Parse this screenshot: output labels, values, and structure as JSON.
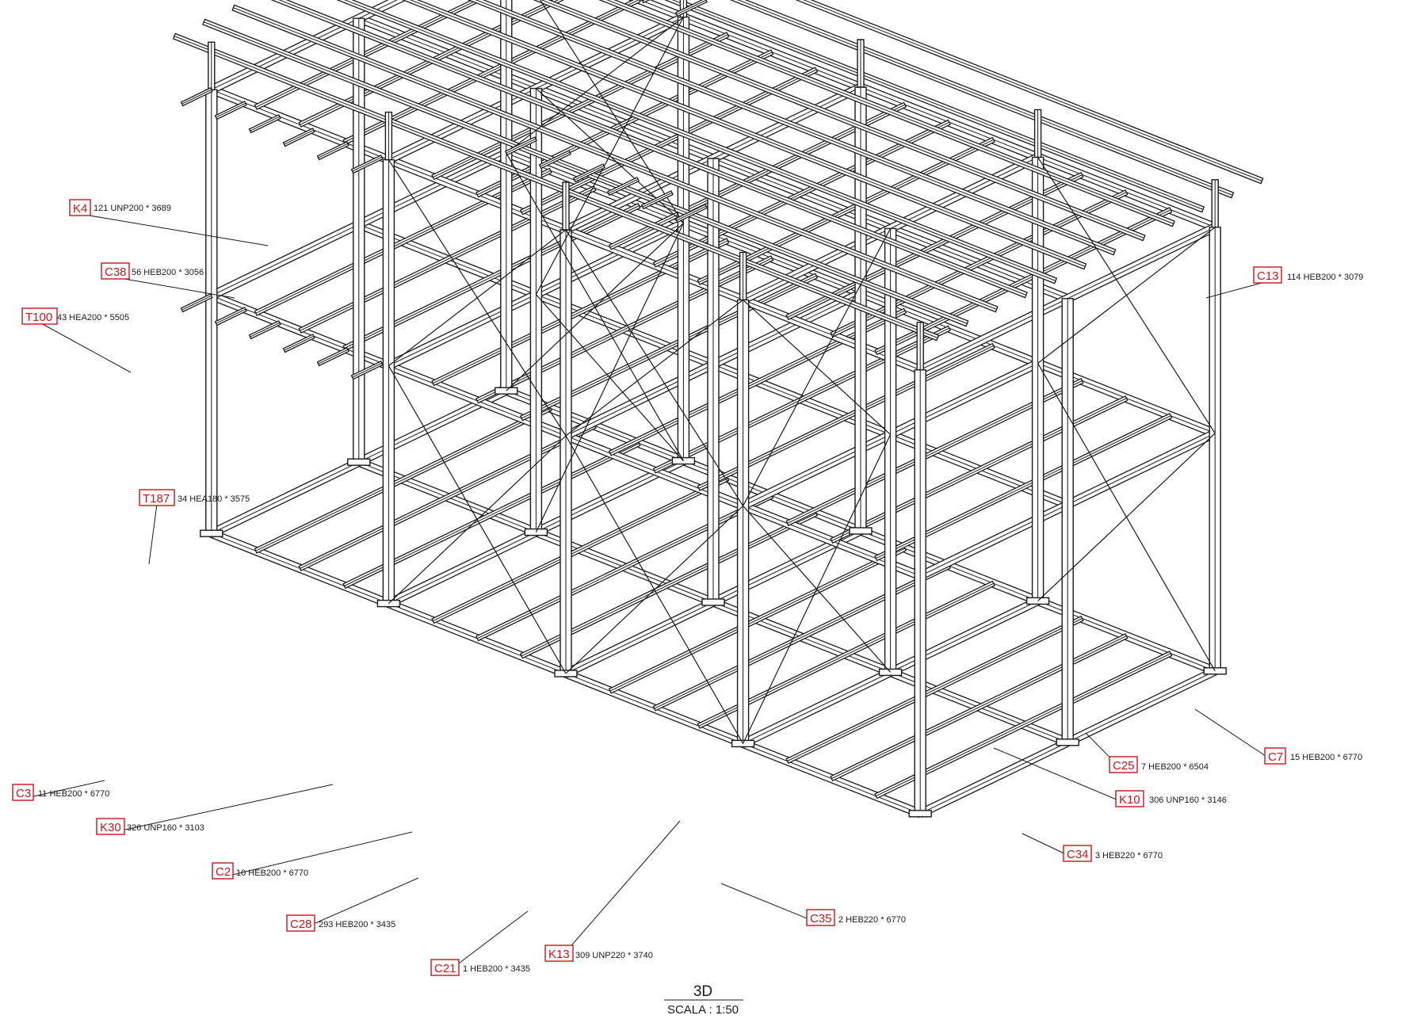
{
  "view": {
    "title": "3D",
    "scale": "SCALA :  1:50"
  },
  "colors": {
    "tag_border": "#c4161c",
    "tag_text": "#c4161c",
    "line": "#1a1a1a",
    "background": "#ffffff"
  },
  "labels": [
    {
      "id": "K4",
      "tag": "K4",
      "text": "121 UNP200 * 3689"
    },
    {
      "id": "C38",
      "tag": "C38",
      "text": "56 HEB200 * 3056"
    },
    {
      "id": "T100",
      "tag": "T100",
      "text": "43 HEA200 * 5505"
    },
    {
      "id": "C13",
      "tag": "C13",
      "text": "114 HEB200 * 3079"
    },
    {
      "id": "T187",
      "tag": "T187",
      "text": "34 HEA180 * 3575"
    },
    {
      "id": "C25",
      "tag": "C25",
      "text": "7 HEB200 * 6504"
    },
    {
      "id": "C7",
      "tag": "C7",
      "text": "15 HEB200 * 6770"
    },
    {
      "id": "K10",
      "tag": "K10",
      "text": "306 UNP160 * 3146"
    },
    {
      "id": "C3",
      "tag": "C3",
      "text": "11 HEB200 * 6770"
    },
    {
      "id": "K30",
      "tag": "K30",
      "text": "326 UNP160 * 3103"
    },
    {
      "id": "C34",
      "tag": "C34",
      "text": "3 HEB220 * 6770"
    },
    {
      "id": "C2",
      "tag": "C2",
      "text": "10 HEB200 * 6770"
    },
    {
      "id": "C28",
      "tag": "C28",
      "text": "293 HEB200 * 3435"
    },
    {
      "id": "C35",
      "tag": "C35",
      "text": "2 HEB220 * 6770"
    },
    {
      "id": "K13",
      "tag": "K13",
      "text": "309 UNP220 * 3740"
    },
    {
      "id": "C21",
      "tag": "C21",
      "text": "1 HEB200 * 3435"
    }
  ]
}
